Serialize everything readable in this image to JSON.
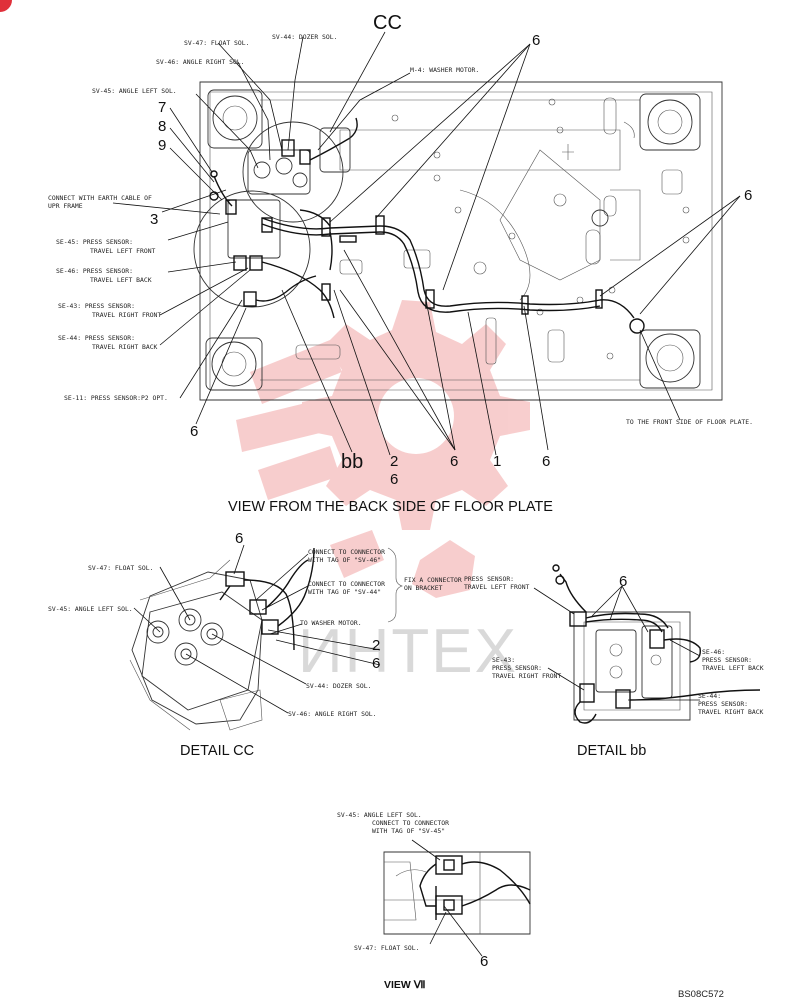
{
  "main_view": {
    "caption": "VIEW FROM THE BACK SIDE OF FLOOR PLATE",
    "label_cc": "CC",
    "label_bb": "bb",
    "callouts": {
      "sv47": "SV-47: FLOAT SOL.",
      "sv44": "SV-44: DOZER SOL.",
      "sv46": "SV-46: ANGLE RIGHT SOL.",
      "sv45": "SV-45: ANGLE LEFT SOL.",
      "m4": "M-4: WASHER MOTOR.",
      "earth_1": "CONNECT WITH EARTH CABLE OF",
      "earth_2": "UPR FRAME",
      "se45_1": "SE-45: PRESS SENSOR:",
      "se45_2": "TRAVEL LEFT FRONT",
      "se46_1": "SE-46: PRESS SENSOR:",
      "se46_2": "TRAVEL LEFT BACK",
      "se43_1": "SE-43: PRESS SENSOR:",
      "se43_2": "TRAVEL RIGHT FRONT",
      "se44_1": "SE-44: PRESS SENSOR:",
      "se44_2": "TRAVEL RIGHT BACK",
      "se11": "SE-11: PRESS SENSOR:P2 OPT.",
      "front": "TO THE FRONT SIDE OF FLOOR PLATE."
    },
    "numbers": {
      "n7": "7",
      "n8": "8",
      "n9": "9",
      "n3": "3",
      "n6_top": "6",
      "n6_right": "6",
      "n6_left": "6",
      "n2": "2",
      "n6_under2": "6",
      "n6_center": "6",
      "n1": "1",
      "n6_bottom": "6"
    }
  },
  "detail_cc": {
    "caption": "DETAIL CC",
    "num_6": "6",
    "num_2": "2",
    "num_6b": "6",
    "callouts": {
      "sv47": "SV-47: FLOAT SOL.",
      "sv45": "SV-45: ANGLE LEFT SOL.",
      "sv44": "SV-44: DOZER SOL.",
      "sv46": "SV-46: ANGLE RIGHT SOL.",
      "conn1_1": "CONNECT TO CONNECTOR",
      "conn1_2": "WITH TAG OF \"SV-46\"",
      "conn2_1": "CONNECT TO CONNECTOR",
      "conn2_2": "WITH TAG OF \"SV-44\"",
      "fix_1": "FIX A CONNECTOR",
      "fix_2": "ON BRACKET",
      "washer": "TO WASHER MOTOR."
    }
  },
  "detail_bb": {
    "caption": "DETAIL bb",
    "num_6": "6",
    "callouts": {
      "se45_1": "PRESS SENSOR:",
      "se45_2": "TRAVEL LEFT FRONT",
      "se46_0": "SE-46:",
      "se46_1": "PRESS SENSOR:",
      "se46_2": "TRAVEL LEFT BACK",
      "se43_0": "SE-43:",
      "se43_1": "PRESS SENSOR:",
      "se43_2": "TRAVEL RIGHT FRONT",
      "se44_0": "SE-44:",
      "se44_1": "PRESS SENSOR:",
      "se44_2": "TRAVEL RIGHT BACK"
    }
  },
  "view_vii": {
    "caption": "VIEW Ⅶ",
    "num_6": "6",
    "callouts": {
      "sv45": "SV-45: ANGLE LEFT SOL.",
      "conn_1": "CONNECT TO CONNECTOR",
      "conn_2": "WITH TAG OF \"SV-45\"",
      "sv47": "SV-47: FLOAT SOL."
    }
  },
  "watermark": "ИНТЕХ",
  "figure_ref": "BS08C572",
  "colors": {
    "watermark_logo": "#f2a6a6",
    "watermark_text": "#d9d9d9",
    "corner_badge": "#e0303a",
    "line": "#111111"
  }
}
